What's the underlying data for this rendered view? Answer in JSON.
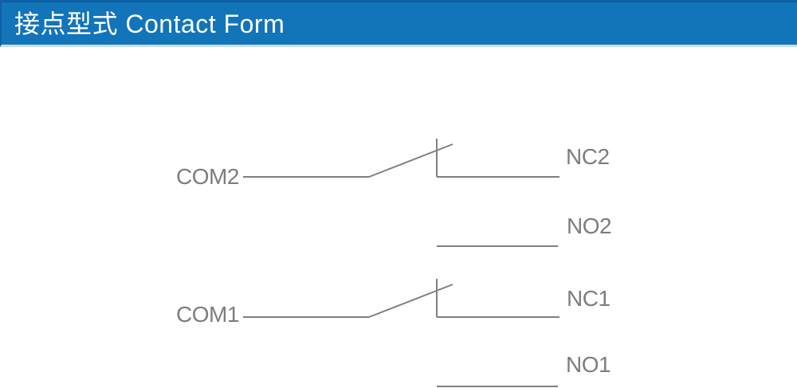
{
  "header": {
    "title": "接点型式 Contact Form",
    "bg_color": "#1274b9",
    "text_color": "#ffffff",
    "bottom_accent_color": "#c7def0"
  },
  "diagram": {
    "type": "relay-contact-form",
    "description_labels": {
      "line_color": "#7f7f7f",
      "label_color": "#7d7d7d"
    },
    "poles": [
      {
        "com": "COM2",
        "nc": "NC2",
        "no": "NO2"
      },
      {
        "com": "COM1",
        "nc": "NC1",
        "no": "NO1"
      }
    ]
  }
}
